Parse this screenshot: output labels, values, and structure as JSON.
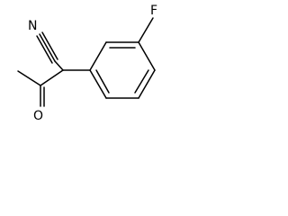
{
  "structure": {
    "atoms": {
      "nitrogen": "N",
      "oxygen": "O",
      "fluorine": "F"
    },
    "colors": {
      "bond": "#000000",
      "label": "#000000",
      "background": "#ffffff"
    }
  }
}
